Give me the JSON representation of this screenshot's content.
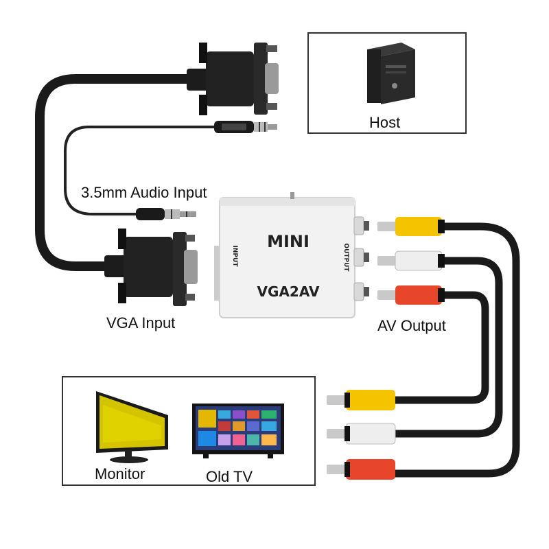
{
  "device": {
    "brand_label": "MINI",
    "model_label": "VGA2AV",
    "input_port_label": "INPUT",
    "output_port_label": "OUTPUT"
  },
  "labels": {
    "host": "Host",
    "audio_input": "3.5mm Audio Input",
    "vga_input": "VGA Input",
    "av_output": "AV Output",
    "monitor": "Monitor",
    "old_tv": "Old TV"
  },
  "colors": {
    "cable": "#1a1a1a",
    "device_body": "#f2f2f2",
    "rca_yellow": "#f5c400",
    "rca_white": "#eeeeee",
    "rca_red": "#e8462a",
    "monitor_screen": "#d4c400"
  }
}
